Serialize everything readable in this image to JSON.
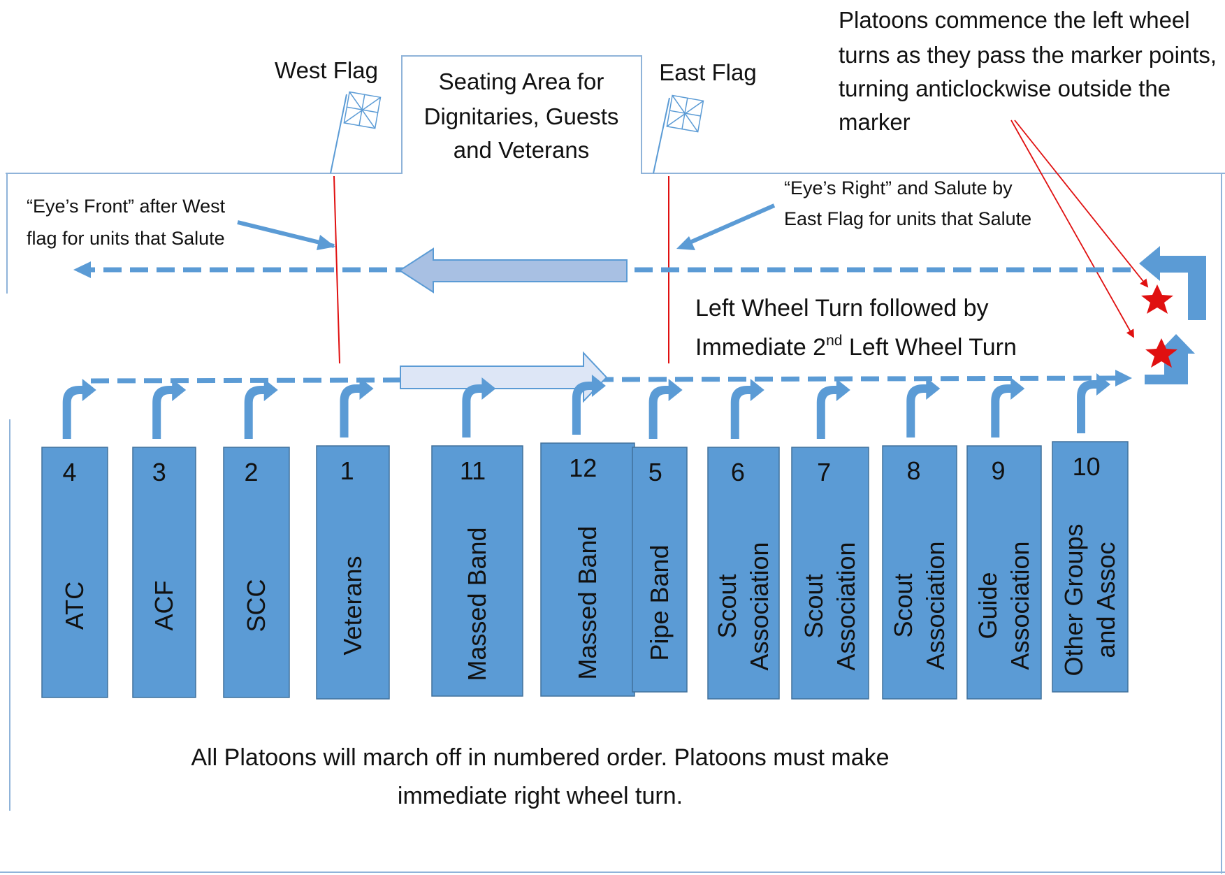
{
  "seating_area": {
    "lines": [
      "Seating Area for",
      "Dignitaries, Guests",
      "and Veterans"
    ]
  },
  "flags": {
    "west": "West Flag",
    "east": "East Flag"
  },
  "notes": {
    "marker": [
      "Platoons commence the left wheel",
      "turns as they pass the marker points,",
      "turning anticlockwise outside the",
      "marker"
    ],
    "eyes_front": [
      "“Eye’s Front” after West",
      "flag for units that Salute"
    ],
    "eyes_right": [
      "“Eye’s Right” and Salute by",
      "East Flag for units that Salute"
    ],
    "wheel_turn_line1": "Left Wheel Turn followed by",
    "wheel_turn_line2_pre": "Immediate 2",
    "wheel_turn_line2_sup": "nd",
    "wheel_turn_line2_post": " Left Wheel Turn",
    "march_off": [
      "All Platoons will march off in numbered order. Platoons must make",
      "immediate right wheel turn."
    ]
  },
  "platoons": [
    {
      "number": "4",
      "lines": [
        "ATC"
      ]
    },
    {
      "number": "3",
      "lines": [
        "ACF"
      ]
    },
    {
      "number": "2",
      "lines": [
        "SCC"
      ]
    },
    {
      "number": "1",
      "lines": [
        "Veterans"
      ]
    },
    {
      "number": "11",
      "lines": [
        "Massed Band"
      ]
    },
    {
      "number": "12",
      "lines": [
        "Massed Band"
      ]
    },
    {
      "number": "5",
      "lines": [
        "Pipe Band"
      ]
    },
    {
      "number": "6",
      "lines": [
        "Scout",
        "Association"
      ]
    },
    {
      "number": "7",
      "lines": [
        "Scout",
        "Association"
      ]
    },
    {
      "number": "8",
      "lines": [
        "Scout",
        "Association"
      ]
    },
    {
      "number": "9",
      "lines": [
        "Guide",
        "Association"
      ]
    },
    {
      "number": "10",
      "lines": [
        "Other Groups",
        "and Assoc"
      ]
    }
  ],
  "colors": {
    "platoon_fill": "#5b9bd5",
    "platoon_stroke": "#41719c",
    "route": "#5b9bd5",
    "saluting_line": "#e01010",
    "marker_star": "#e01010",
    "outline": "#8fb3d9"
  }
}
